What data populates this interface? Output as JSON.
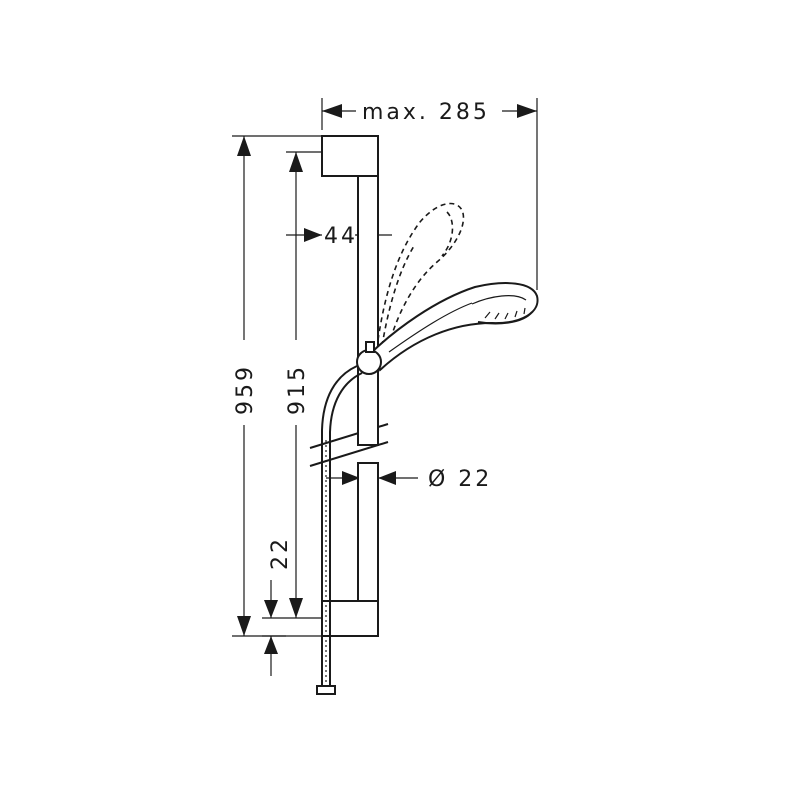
{
  "dimensions": {
    "max_reach": "max. 285",
    "rail_depth": "44",
    "total_height": "959",
    "rail_length": "915",
    "rail_diameter": "Ø 22",
    "bottom_offset": "22"
  },
  "colors": {
    "line": "#1a1a1a",
    "background": "#ffffff"
  }
}
